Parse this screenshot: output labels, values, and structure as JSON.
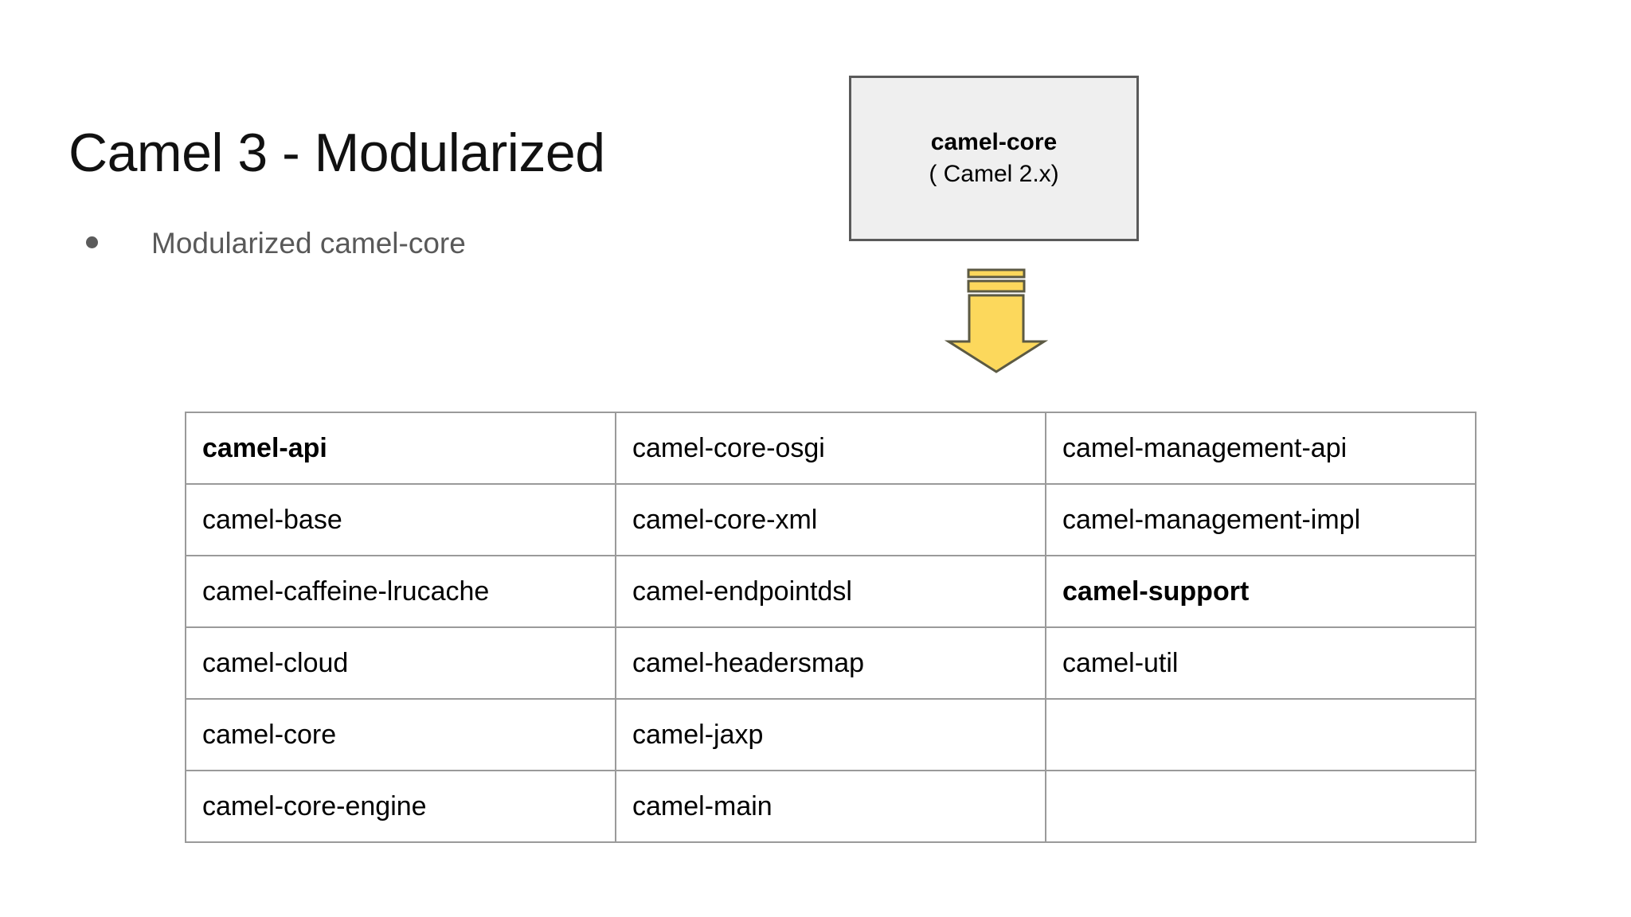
{
  "slide": {
    "title": "Camel 3 - Modularized",
    "bullets": [
      {
        "marker": "bullet-dot",
        "text": "Modularized camel-core"
      }
    ],
    "core_box": {
      "name": "camel-core",
      "version": "( Camel 2.x)",
      "fill_color": "#efefef",
      "border_color": "#5a5a5a"
    },
    "arrow": {
      "icon": "down-arrow-striped-icon",
      "fill_color": "#fcd85c",
      "stroke_color": "#5c5a43"
    },
    "table": {
      "border_color": "#9a9a9a",
      "rows": [
        [
          {
            "text": "camel-api",
            "bold": true
          },
          {
            "text": "camel-core-osgi",
            "bold": false
          },
          {
            "text": "camel-management-api",
            "bold": false
          }
        ],
        [
          {
            "text": "camel-base",
            "bold": false
          },
          {
            "text": "camel-core-xml",
            "bold": false
          },
          {
            "text": "camel-management-impl",
            "bold": false
          }
        ],
        [
          {
            "text": "camel-caffeine-lrucache",
            "bold": false
          },
          {
            "text": "camel-endpointdsl",
            "bold": false
          },
          {
            "text": "camel-support",
            "bold": true
          }
        ],
        [
          {
            "text": "camel-cloud",
            "bold": false
          },
          {
            "text": "camel-headersmap",
            "bold": false
          },
          {
            "text": "camel-util",
            "bold": false
          }
        ],
        [
          {
            "text": "camel-core",
            "bold": false
          },
          {
            "text": "camel-jaxp",
            "bold": false
          },
          {
            "text": "",
            "bold": false
          }
        ],
        [
          {
            "text": "camel-core-engine",
            "bold": false
          },
          {
            "text": "camel-main",
            "bold": false
          },
          {
            "text": "",
            "bold": false
          }
        ]
      ]
    }
  }
}
